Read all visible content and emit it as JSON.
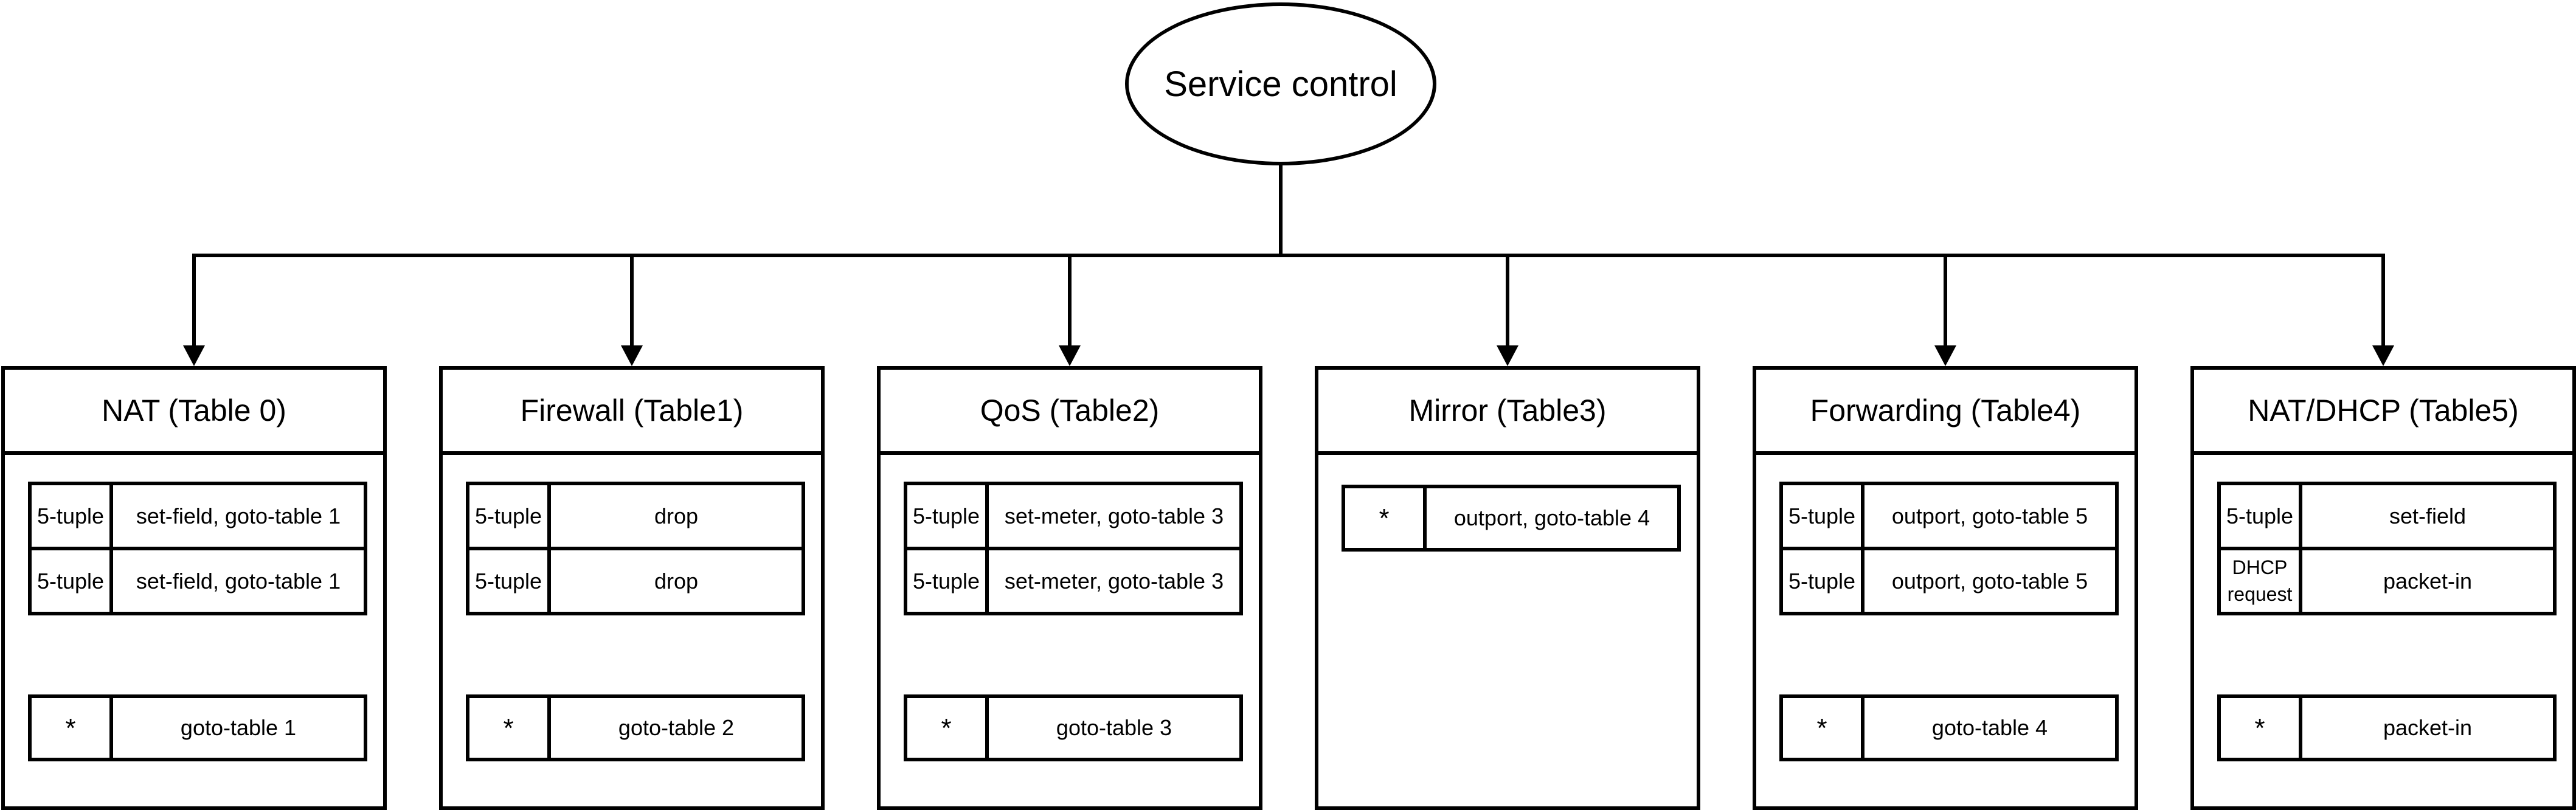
{
  "root": {
    "label": "Service control"
  },
  "tables": [
    {
      "title": "NAT (Table 0)",
      "groups": [
        {
          "rows": [
            {
              "match": "5-tuple",
              "action": "set-field, goto-table 1"
            },
            {
              "match": "5-tuple",
              "action": "set-field, goto-table 1"
            }
          ]
        },
        {
          "rows": [
            {
              "match": "*",
              "action": "goto-table 1"
            }
          ]
        }
      ]
    },
    {
      "title": "Firewall (Table1)",
      "groups": [
        {
          "rows": [
            {
              "match": "5-tuple",
              "action": "drop"
            },
            {
              "match": "5-tuple",
              "action": "drop"
            }
          ]
        },
        {
          "rows": [
            {
              "match": "*",
              "action": "goto-table 2"
            }
          ]
        }
      ]
    },
    {
      "title": "QoS (Table2)",
      "groups": [
        {
          "rows": [
            {
              "match": "5-tuple",
              "action": "set-meter, goto-table 3"
            },
            {
              "match": "5-tuple",
              "action": "set-meter, goto-table 3"
            }
          ]
        },
        {
          "rows": [
            {
              "match": "*",
              "action": "goto-table 3"
            }
          ]
        }
      ]
    },
    {
      "title": "Mirror (Table3)",
      "groups": [
        {
          "rows": [
            {
              "match": "*",
              "action": "outport, goto-table 4"
            }
          ]
        }
      ]
    },
    {
      "title": "Forwarding (Table4)",
      "groups": [
        {
          "rows": [
            {
              "match": "5-tuple",
              "action": "outport, goto-table 5"
            },
            {
              "match": "5-tuple",
              "action": "outport, goto-table 5"
            }
          ]
        },
        {
          "rows": [
            {
              "match": "*",
              "action": "goto-table 4"
            }
          ]
        }
      ]
    },
    {
      "title": "NAT/DHCP (Table5)",
      "groups": [
        {
          "rows": [
            {
              "match": "5-tuple",
              "action": "set-field"
            },
            {
              "match": "DHCP request",
              "action": "packet-in"
            }
          ]
        },
        {
          "rows": [
            {
              "match": "*",
              "action": "packet-in"
            }
          ]
        }
      ]
    }
  ]
}
